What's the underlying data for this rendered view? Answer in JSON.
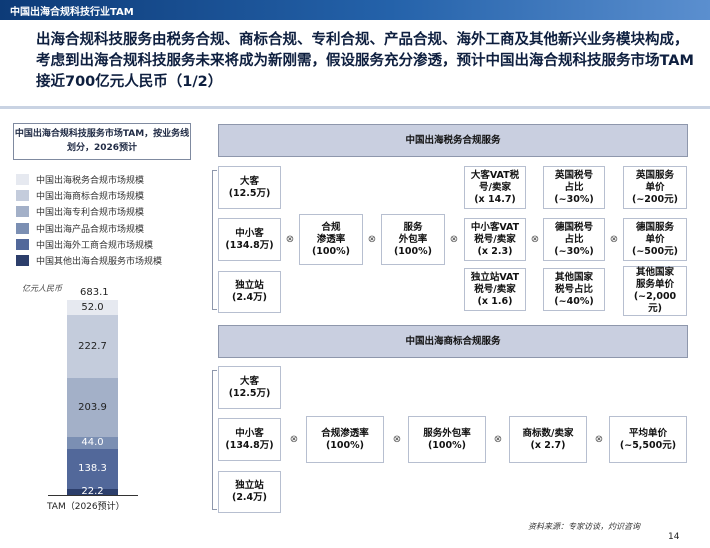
{
  "header": {
    "title": "中国出海合规科技行业TAM"
  },
  "headline": "出海合规科技服务由税务合规、商标合规、专利合规、产品合规、海外工商及其他新兴业务模块构成，考虑到出海合规科技服务未来将成为新刚需，假设服务充分渗透，预计中国出海合规科技服务市场TAM接近700亿元人民币（1/2）",
  "legend": {
    "title": "中国出海合规科技服务市场TAM，按业务线划分，2026预计",
    "items": [
      {
        "label": "中国出海税务合规市场规模",
        "color": "#e6e9f0"
      },
      {
        "label": "中国出海商标合规市场规模",
        "color": "#c4ccdc"
      },
      {
        "label": "中国出海专利合规市场规模",
        "color": "#a3b0c8"
      },
      {
        "label": "中国出海产品合规市场规模",
        "color": "#7b8fb3"
      },
      {
        "label": "中国出海外工商合规市场规模",
        "color": "#52689a"
      },
      {
        "label": "中国其他出海合规服务市场规模",
        "color": "#2c3e6b"
      }
    ]
  },
  "chart_data": {
    "type": "bar",
    "ylabel": "亿元人民币",
    "categories": [
      "TAM（2026预计）"
    ],
    "total_label": "683.1",
    "series": [
      {
        "name": "中国出海税务合规市场规模",
        "values": [
          52.0
        ],
        "label": "52.0",
        "color": "#e6e9f0",
        "text_color": "#222222"
      },
      {
        "name": "中国出海商标合规市场规模",
        "values": [
          222.7
        ],
        "label": "222.7",
        "color": "#c4ccdc",
        "text_color": "#222222"
      },
      {
        "name": "中国出海专利合规市场规模",
        "values": [
          203.9
        ],
        "label": "203.9",
        "color": "#a3b0c8",
        "text_color": "#222222"
      },
      {
        "name": "中国出海产品合规市场规模",
        "values": [
          44.0
        ],
        "label": "44.0",
        "color": "#7b8fb3",
        "text_color": "#ffffff"
      },
      {
        "name": "中国出海外工商合规市场规模",
        "values": [
          138.3
        ],
        "label": "138.3",
        "color": "#52689a",
        "text_color": "#ffffff"
      },
      {
        "name": "中国其他出海合规服务市场规模",
        "values": [
          22.2
        ],
        "label": "22.2",
        "color": "#2c3e6b",
        "text_color": "#ffffff"
      }
    ]
  },
  "tax": {
    "title": "中国出海税务合规服务",
    "segments": [
      "大客\n(12.5万)",
      "中小客\n(134.8万)",
      "独立站\n(2.4万)"
    ],
    "penetration": "合规\n渗透率\n(100%)",
    "outsourcing": "服务\n外包率\n(100%)",
    "vat_count": [
      "大客VAT税\n号/卖家\n(x 14.7)",
      "中小客VAT\n税号/卖家\n(x 2.3)",
      "独立站VAT\n税号/卖家\n(x 1.6)"
    ],
    "country_share": [
      "英国税号\n占比\n(~30%)",
      "德国税号\n占比\n(~30%)",
      "其他国家\n税号占比\n(~40%)"
    ],
    "unit_price": [
      "英国服务\n单价\n(~200元)",
      "德国服务\n单价\n(~500元)",
      "其他国家\n服务单价\n(~2,000\n元)"
    ]
  },
  "trademark": {
    "title": "中国出海商标合规服务",
    "segments": [
      "大客\n(12.5万)",
      "中小客\n(134.8万)",
      "独立站\n(2.4万)"
    ],
    "penetration": "合规渗透率\n(100%)",
    "outsourcing": "服务外包率\n(100%)",
    "count": "商标数/卖家\n(x 2.7)",
    "price": "平均单价\n(~5,500元)"
  },
  "operator": "⊗",
  "footer": {
    "source": "资料来源：专家访谈，灼识咨询",
    "page": "14"
  }
}
